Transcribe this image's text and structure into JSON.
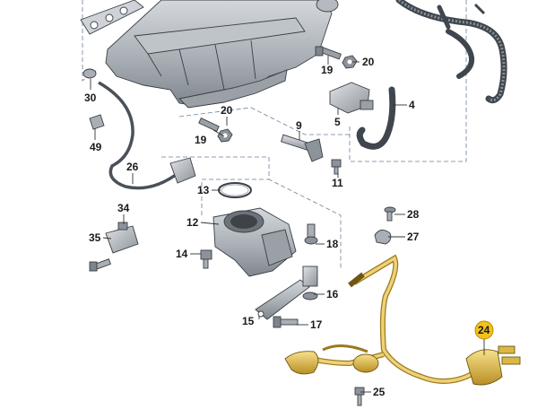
{
  "colors": {
    "housing": "#a8aeb4",
    "housing_dark": "#7d848b",
    "housing_light": "#cfd3d7",
    "hose": "#444b52",
    "harness": "#e8c75a",
    "harness_dark": "#9a7a20",
    "highlight": "#f2c21b",
    "frame_lines": "#6a7f9a"
  },
  "highlighted_part": "24",
  "labels": [
    {
      "id": "p30",
      "text": "30"
    },
    {
      "id": "p49",
      "text": "49"
    },
    {
      "id": "p26",
      "text": "26"
    },
    {
      "id": "p19a",
      "text": "19"
    },
    {
      "id": "p20a",
      "text": "20"
    },
    {
      "id": "p19b",
      "text": "19"
    },
    {
      "id": "p20b",
      "text": "20"
    },
    {
      "id": "p5",
      "text": "5"
    },
    {
      "id": "p4",
      "text": "4"
    },
    {
      "id": "p9",
      "text": "9"
    },
    {
      "id": "p11",
      "text": "11"
    },
    {
      "id": "p13",
      "text": "13"
    },
    {
      "id": "p12",
      "text": "12"
    },
    {
      "id": "p34",
      "text": "34"
    },
    {
      "id": "p35",
      "text": "35"
    },
    {
      "id": "p14",
      "text": "14"
    },
    {
      "id": "p18",
      "text": "18"
    },
    {
      "id": "p28",
      "text": "28"
    },
    {
      "id": "p27",
      "text": "27"
    },
    {
      "id": "p16",
      "text": "16"
    },
    {
      "id": "p15",
      "text": "15"
    },
    {
      "id": "p17",
      "text": "17"
    },
    {
      "id": "p24",
      "text": "24"
    },
    {
      "id": "p25",
      "text": "25"
    }
  ]
}
